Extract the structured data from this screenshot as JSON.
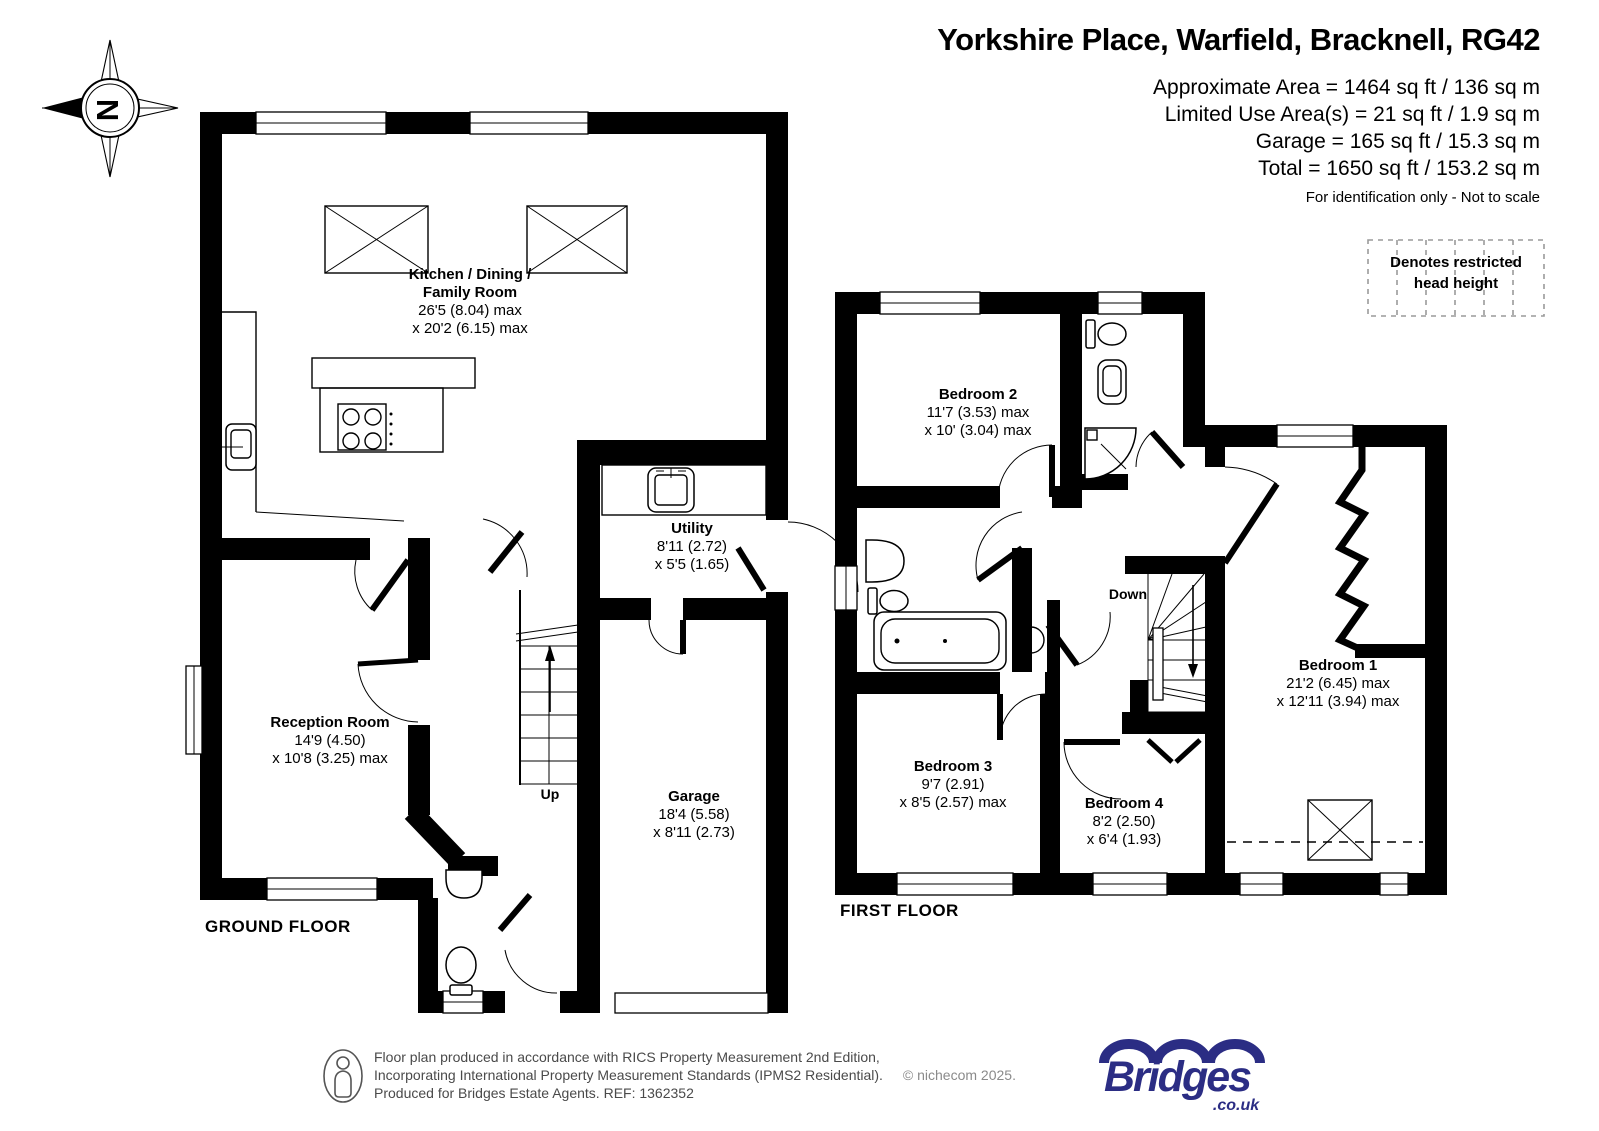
{
  "header": {
    "title": "Yorkshire Place, Warfield, Bracknell, RG42",
    "area_line1": "Approximate Area = 1464 sq ft / 136 sq m",
    "area_line2": "Limited Use Area(s) = 21 sq ft / 1.9 sq m",
    "area_line3": "Garage = 165 sq ft / 15.3 sq m",
    "area_line4": "Total = 1650 sq ft / 153.2 sq m",
    "disclaimer": "For identification only - Not to scale"
  },
  "legend": {
    "line1": "Denotes restricted",
    "line2": "head height"
  },
  "compass": {
    "north": "N"
  },
  "ground_floor": {
    "title": "GROUND FLOOR",
    "stairs": "Up",
    "kitchen": {
      "name1": "Kitchen / Dining /",
      "name2": "Family Room",
      "dim1": "26'5 (8.04) max",
      "dim2": "x 20'2 (6.15) max"
    },
    "utility": {
      "name": "Utility",
      "dim1": "8'11 (2.72)",
      "dim2": "x 5'5 (1.65)"
    },
    "reception": {
      "name": "Reception Room",
      "dim1": "14'9 (4.50)",
      "dim2": "x 10'8 (3.25) max"
    },
    "garage": {
      "name": "Garage",
      "dim1": "18'4 (5.58)",
      "dim2": "x 8'11 (2.73)"
    }
  },
  "first_floor": {
    "title": "FIRST FLOOR",
    "stairs": "Down",
    "bedroom1": {
      "name": "Bedroom 1",
      "dim1": "21'2 (6.45) max",
      "dim2": "x 12'11 (3.94) max"
    },
    "bedroom2": {
      "name": "Bedroom 2",
      "dim1": "11'7 (3.53) max",
      "dim2": "x 10' (3.04) max"
    },
    "bedroom3": {
      "name": "Bedroom 3",
      "dim1": "9'7 (2.91)",
      "dim2": "x 8'5 (2.57) max"
    },
    "bedroom4": {
      "name": "Bedroom 4",
      "dim1": "8'2 (2.50)",
      "dim2": "x 6'4 (1.93)"
    }
  },
  "footer": {
    "line1": "Floor plan produced in accordance with RICS Property Measurement 2nd Edition,",
    "line2": "Incorporating International Property Measurement Standards (IPMS2 Residential).",
    "copyright": "© nichecom 2025.",
    "line3": "Produced for Bridges Estate Agents.   REF: 1362352",
    "brand": "Bridges",
    "brand_suffix": ".co.uk"
  },
  "colors": {
    "brand": "#2b2d84",
    "wall": "#000000",
    "footer_text": "#4a4a4a"
  }
}
